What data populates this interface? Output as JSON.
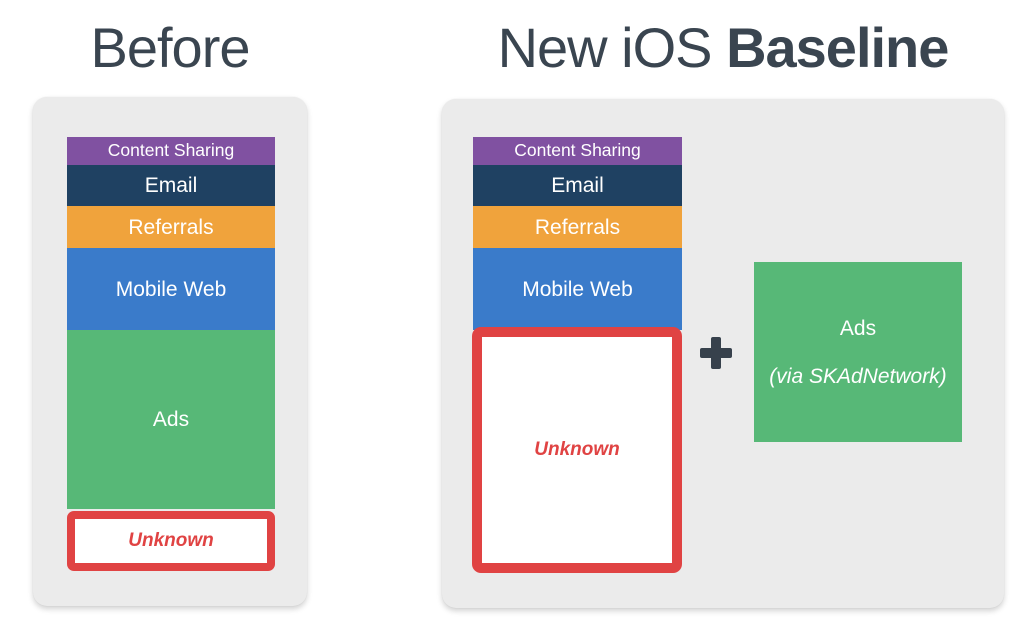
{
  "colors": {
    "page_background": "#ffffff",
    "title_text": "#3a4550",
    "card_background": "#ebebeb",
    "bar_text": "#ffffff",
    "unknown_red": "#e04343",
    "unknown_box_background": "#ffffff",
    "plus_icon_color": "#37414c",
    "ads_green": "#57b877"
  },
  "before": {
    "title": "Before",
    "segments": [
      {
        "label": "Content Sharing",
        "color": "#8051a1",
        "height": 28
      },
      {
        "label": "Email",
        "color": "#1f4162",
        "height": 41
      },
      {
        "label": "Referrals",
        "color": "#f0a33c",
        "height": 42
      },
      {
        "label": "Mobile Web",
        "color": "#3a7bca",
        "height": 82
      },
      {
        "label": "Ads",
        "color": "#57b877",
        "height": 179
      }
    ],
    "unknown_label": "Unknown"
  },
  "after": {
    "title_light": "New iOS",
    "title_bold": "Baseline",
    "segments": [
      {
        "label": "Content Sharing",
        "color": "#8051a1",
        "height": 28
      },
      {
        "label": "Email",
        "color": "#1f4162",
        "height": 41
      },
      {
        "label": "Referrals",
        "color": "#f0a33c",
        "height": 42
      },
      {
        "label": "Mobile Web",
        "color": "#3a7bca",
        "height": 82
      }
    ],
    "unknown_label": "Unknown",
    "plus_icon": "plus",
    "ads_box": {
      "line1": "Ads",
      "line2": "(via SKAdNetwork)"
    }
  }
}
